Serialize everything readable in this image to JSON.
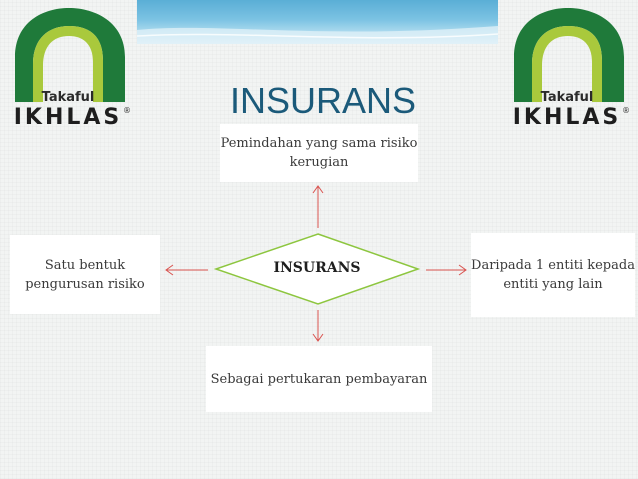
{
  "title": "INSURANS",
  "logos": {
    "small_text": "Takaful",
    "big_text": "IKHLAS",
    "registered": "®",
    "colors": {
      "outer_arch": "#1f7a3a",
      "inner_arch": "#a9c93c"
    }
  },
  "diagram": {
    "center": "INSURANS",
    "top": "Pemindahan yang sama risiko kerugian",
    "left": "Satu bentuk pengurusan risiko",
    "right": "Daripada 1 entiti kepada entiti yang lain",
    "bottom": "Sebagai pertukaran pembayaran",
    "colors": {
      "diamond_stroke": "#8dc63f",
      "arrow": "#d9534f"
    }
  }
}
